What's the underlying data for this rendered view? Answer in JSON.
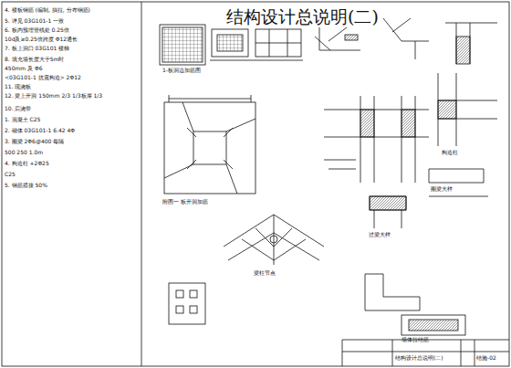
{
  "diagram": {
    "title": "结构设计总说明(二)",
    "labels": [
      "4. 楼板钢筋 (编制, 抽拉, 分布钢筋)",
      "5. 详见 03G101-1 一致",
      "6. 板内预埋管线处 0.25倍",
      "10d及≥0.25倍跨度 Φ12通长",
      "7. 板上洞口 03G101 楼梯",
      "8. 填充墙长度大于5m时",
      "450mm 及 Φ6",
      "<03G101-1 抗震构造> 2Φ12",
      "11. 现浇板",
      "12. 梁上开洞 150mm 2/3 1/3板厚 1/3",
      "10. 后浇带",
      "1. 混凝土 C25",
      "2. 砌体 03G101-1 6.42 4Φ",
      "3. 圈梁 2Φ6@400 每隔",
      "500 250 1.0m",
      "4. 构造柱 +2Φ25",
      "C25",
      "5. 钢筋搭接 50%",
      "1-板洞边加筋图",
      "附图一 板开洞加筋",
      "梁柱节点",
      "构造柱",
      "过梁大样",
      "圈梁大样",
      "墙体拉结筋",
      "结构设计总说明(二)",
      "结施-02"
    ]
  }
}
